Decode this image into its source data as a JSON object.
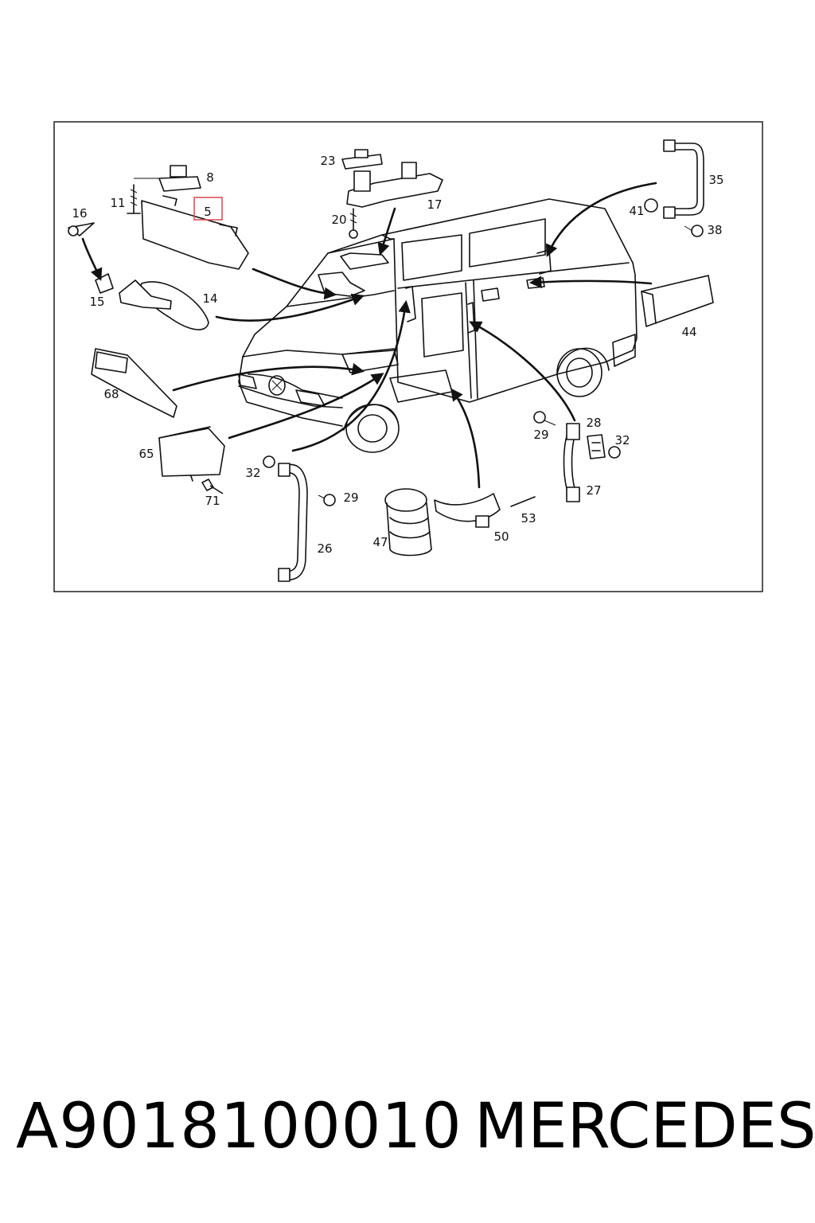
{
  "diagram": {
    "callouts": [
      "5",
      "8",
      "11",
      "14",
      "15",
      "16",
      "17",
      "20",
      "23",
      "26",
      "27",
      "28",
      "29",
      "29",
      "32",
      "32",
      "35",
      "38",
      "41",
      "44",
      "47",
      "50",
      "53",
      "65",
      "68",
      "71"
    ],
    "highlighted": "5",
    "highlight_color": "#e0505a"
  },
  "footer": {
    "part_number": "A9018100010",
    "brand": "MERCEDES"
  }
}
